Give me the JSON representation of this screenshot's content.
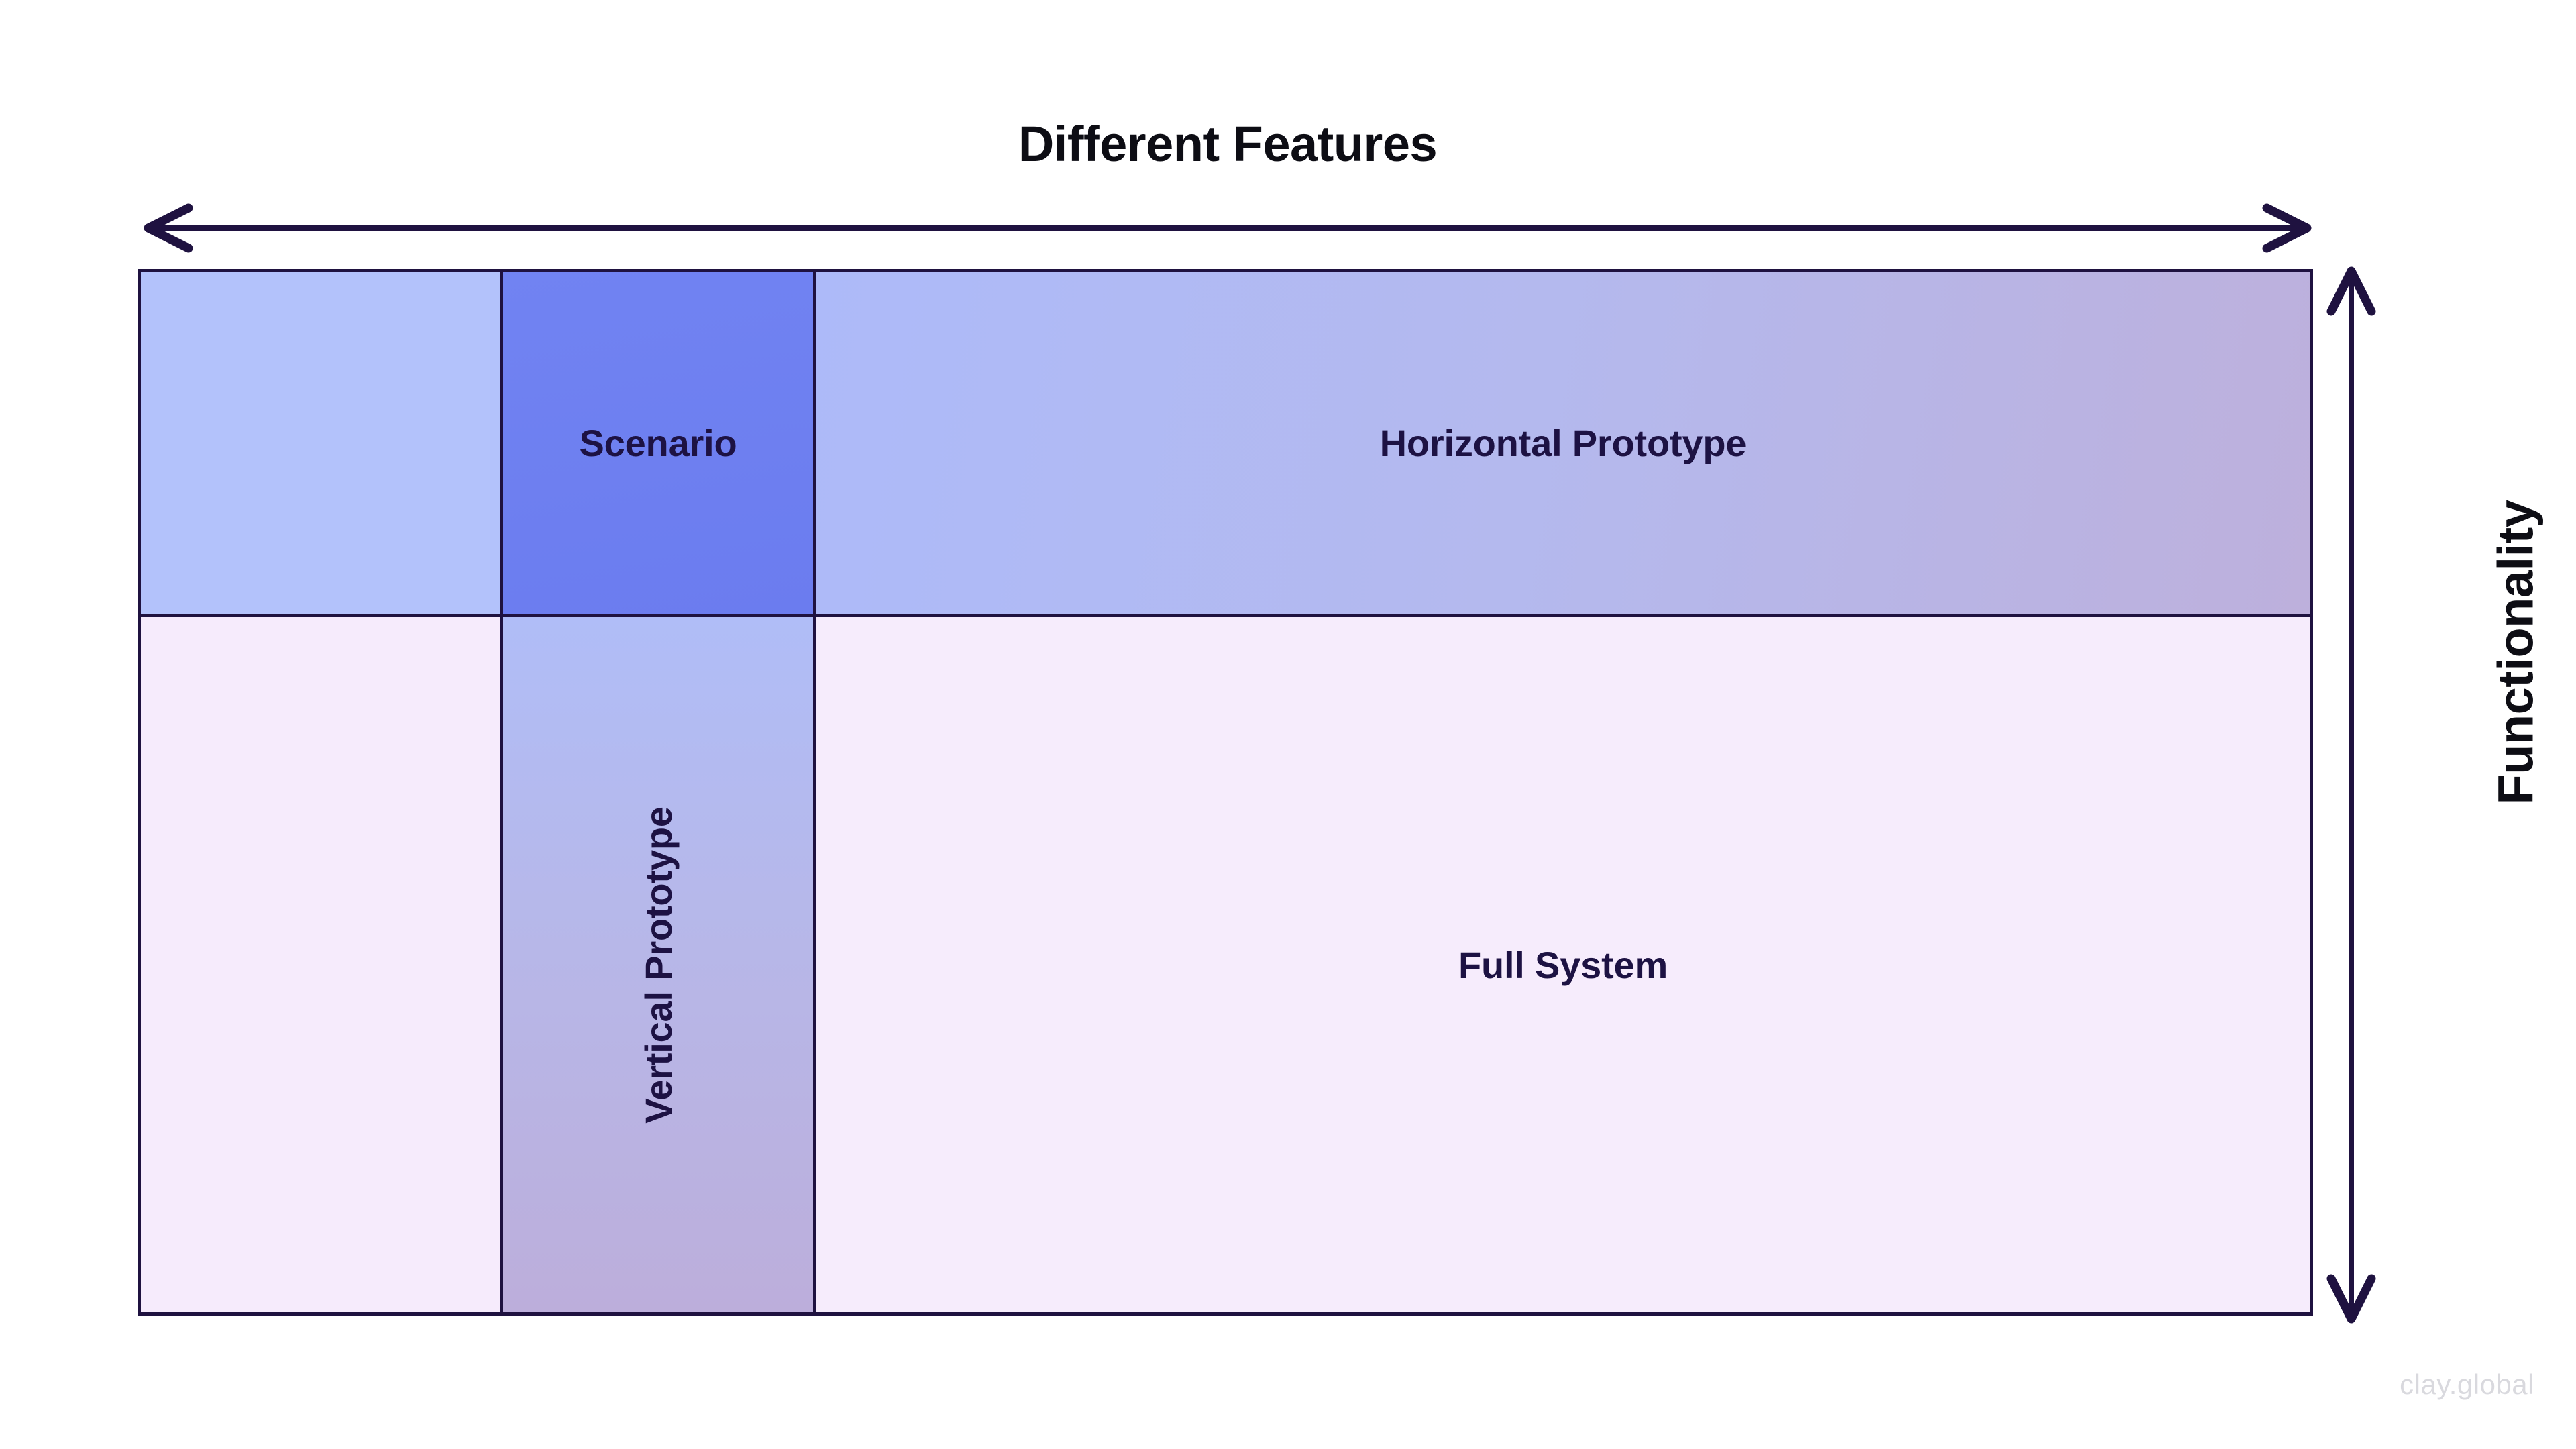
{
  "title": "Different Features",
  "axis_y_label": "Functionality",
  "watermark": "clay.global",
  "colors": {
    "border": "#1f1240",
    "arrow": "#1f1240",
    "title_text": "#0d0d14",
    "cell_text": "#1d1243",
    "scenario_fill": "#6d7ef0",
    "row1_col1_fill": "#b3c2fb",
    "horizontal_prototype_gradient_start": "#adbaf9",
    "horizontal_prototype_gradient_end": "#bdb0dc",
    "vertical_prototype_gradient_start": "#b0bdf7",
    "vertical_prototype_gradient_end": "#bcaedb",
    "full_system_fill": "#f6ecfc",
    "row2_col1_fill": "#f6ebfc",
    "watermark_text": "#d9d9de",
    "page_background": "#ffffff"
  },
  "matrix": {
    "rows": [
      {
        "cells": [
          {
            "label": "",
            "orientation": "horizontal"
          },
          {
            "label": "Scenario",
            "orientation": "horizontal"
          },
          {
            "label": "Horizontal Prototype",
            "orientation": "horizontal"
          }
        ]
      },
      {
        "cells": [
          {
            "label": "",
            "orientation": "horizontal"
          },
          {
            "label": "Vertical Prototype",
            "orientation": "vertical"
          },
          {
            "label": "Full System",
            "orientation": "horizontal"
          }
        ]
      }
    ]
  },
  "chart_data": {
    "type": "table",
    "title": "Different Features",
    "xlabel": "Different Features",
    "ylabel": "Functionality",
    "grid": true,
    "legend": null,
    "columns": [
      "",
      "Scenario",
      "Horizontal Prototype"
    ],
    "rows": [
      "",
      "Vertical Prototype",
      "Full System"
    ],
    "cells": [
      [
        "",
        "Scenario",
        "Horizontal Prototype"
      ],
      [
        "",
        "Vertical Prototype",
        "Full System"
      ]
    ],
    "annotations": [
      "Different Features (horizontal double-headed axis arrow)",
      "Functionality (vertical double-headed axis arrow)"
    ]
  }
}
